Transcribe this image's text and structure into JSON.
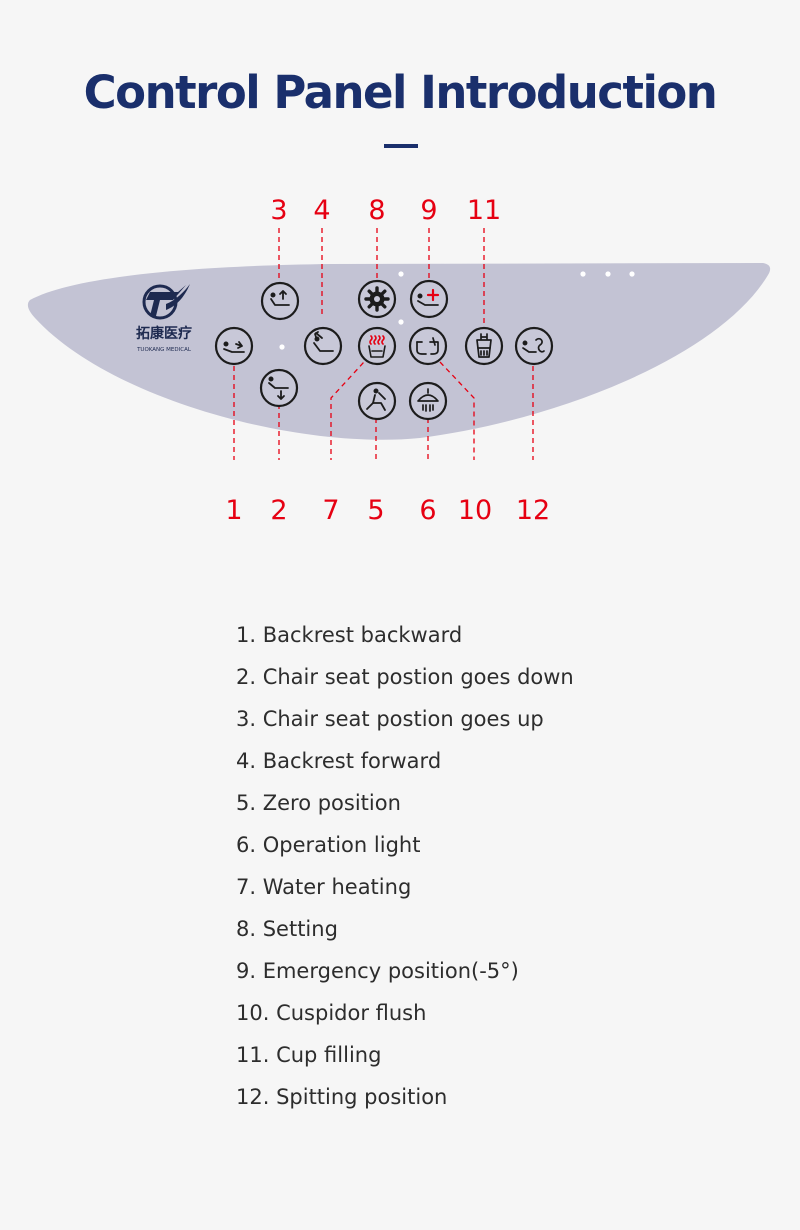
{
  "page": {
    "title": "Control Panel Introduction"
  },
  "panel": {
    "logo": {
      "brand_cn": "拓康医疗",
      "brand_en": "TUOKANG MEDICAL"
    },
    "callout_numbers": [
      "1",
      "2",
      "3",
      "4",
      "5",
      "6",
      "7",
      "8",
      "9",
      "10",
      "11",
      "12"
    ]
  },
  "legend": {
    "items": [
      "1. Backrest backward",
      "2. Chair seat postion goes down",
      "3. Chair seat postion goes up",
      "4. Backrest forward",
      "5. Zero position",
      "6. Operation light",
      "7. Water heating",
      "8. Setting",
      "9. Emergency position(-5°)",
      "10. Cuspidor flush",
      "11. Cup filling",
      "12. Spitting position"
    ]
  },
  "colors": {
    "title": "#1a2f6c",
    "panel": "#c3c3d4",
    "callout": "#e60012",
    "button_ring": "#1c1c1c"
  },
  "icons": {
    "b1": "backrest-backward-icon",
    "b2": "seat-down-icon",
    "b3": "seat-up-icon",
    "b4": "backrest-forward-icon",
    "b5": "zero-position-icon",
    "b6": "operation-light-icon",
    "b7": "water-heating-icon",
    "b8": "setting-gear-icon",
    "b9": "emergency-position-icon",
    "b10": "cuspidor-flush-icon",
    "b11": "cup-filling-icon",
    "b12": "spitting-position-icon"
  }
}
